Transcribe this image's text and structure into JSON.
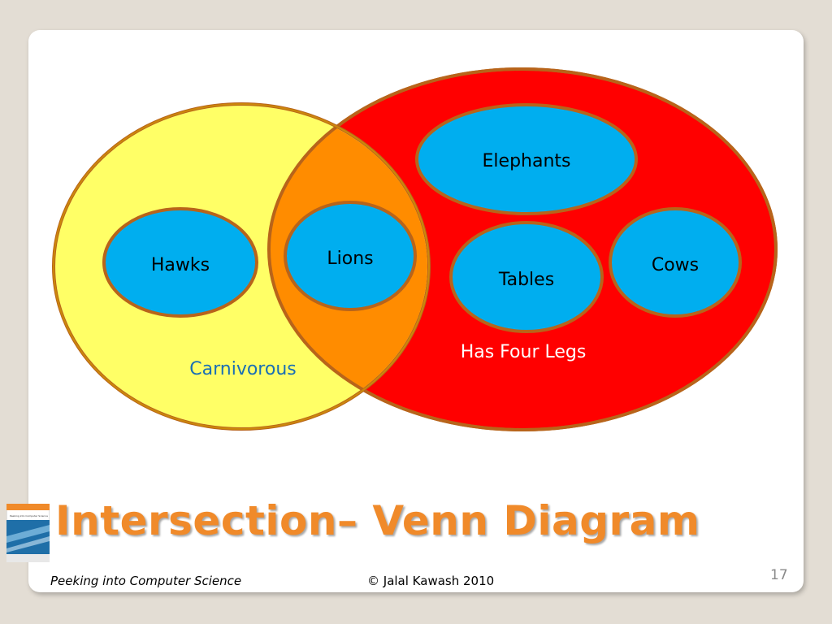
{
  "slide": {
    "title": "Intersection– Venn Diagram",
    "footer_left": "Peeking into Computer Science",
    "footer_center": "© Jalal Kawash 2010",
    "page_number": "17",
    "book_cover_text": "Peeking into Computer Science"
  },
  "venn": {
    "sets": [
      {
        "name": "Carnivorous",
        "fill": "#ffff66",
        "label_color": "#1a6fb5"
      },
      {
        "name": "Has Four Legs",
        "fill": "#ff0000",
        "label_color": "#ffffff"
      }
    ],
    "overlap_fill": "#ff8c00",
    "outline_color": "#b8641a",
    "items": [
      {
        "label": "Hawks",
        "set": "Carnivorous"
      },
      {
        "label": "Lions",
        "set": "Carnivorous ∩ Has Four Legs"
      },
      {
        "label": "Elephants",
        "set": "Has Four Legs"
      },
      {
        "label": "Tables",
        "set": "Has Four Legs"
      },
      {
        "label": "Cows",
        "set": "Has Four Legs"
      }
    ],
    "item_fill": "#00aeef"
  },
  "colors": {
    "background": "#e3ddd4",
    "title": "#f08a2a"
  }
}
